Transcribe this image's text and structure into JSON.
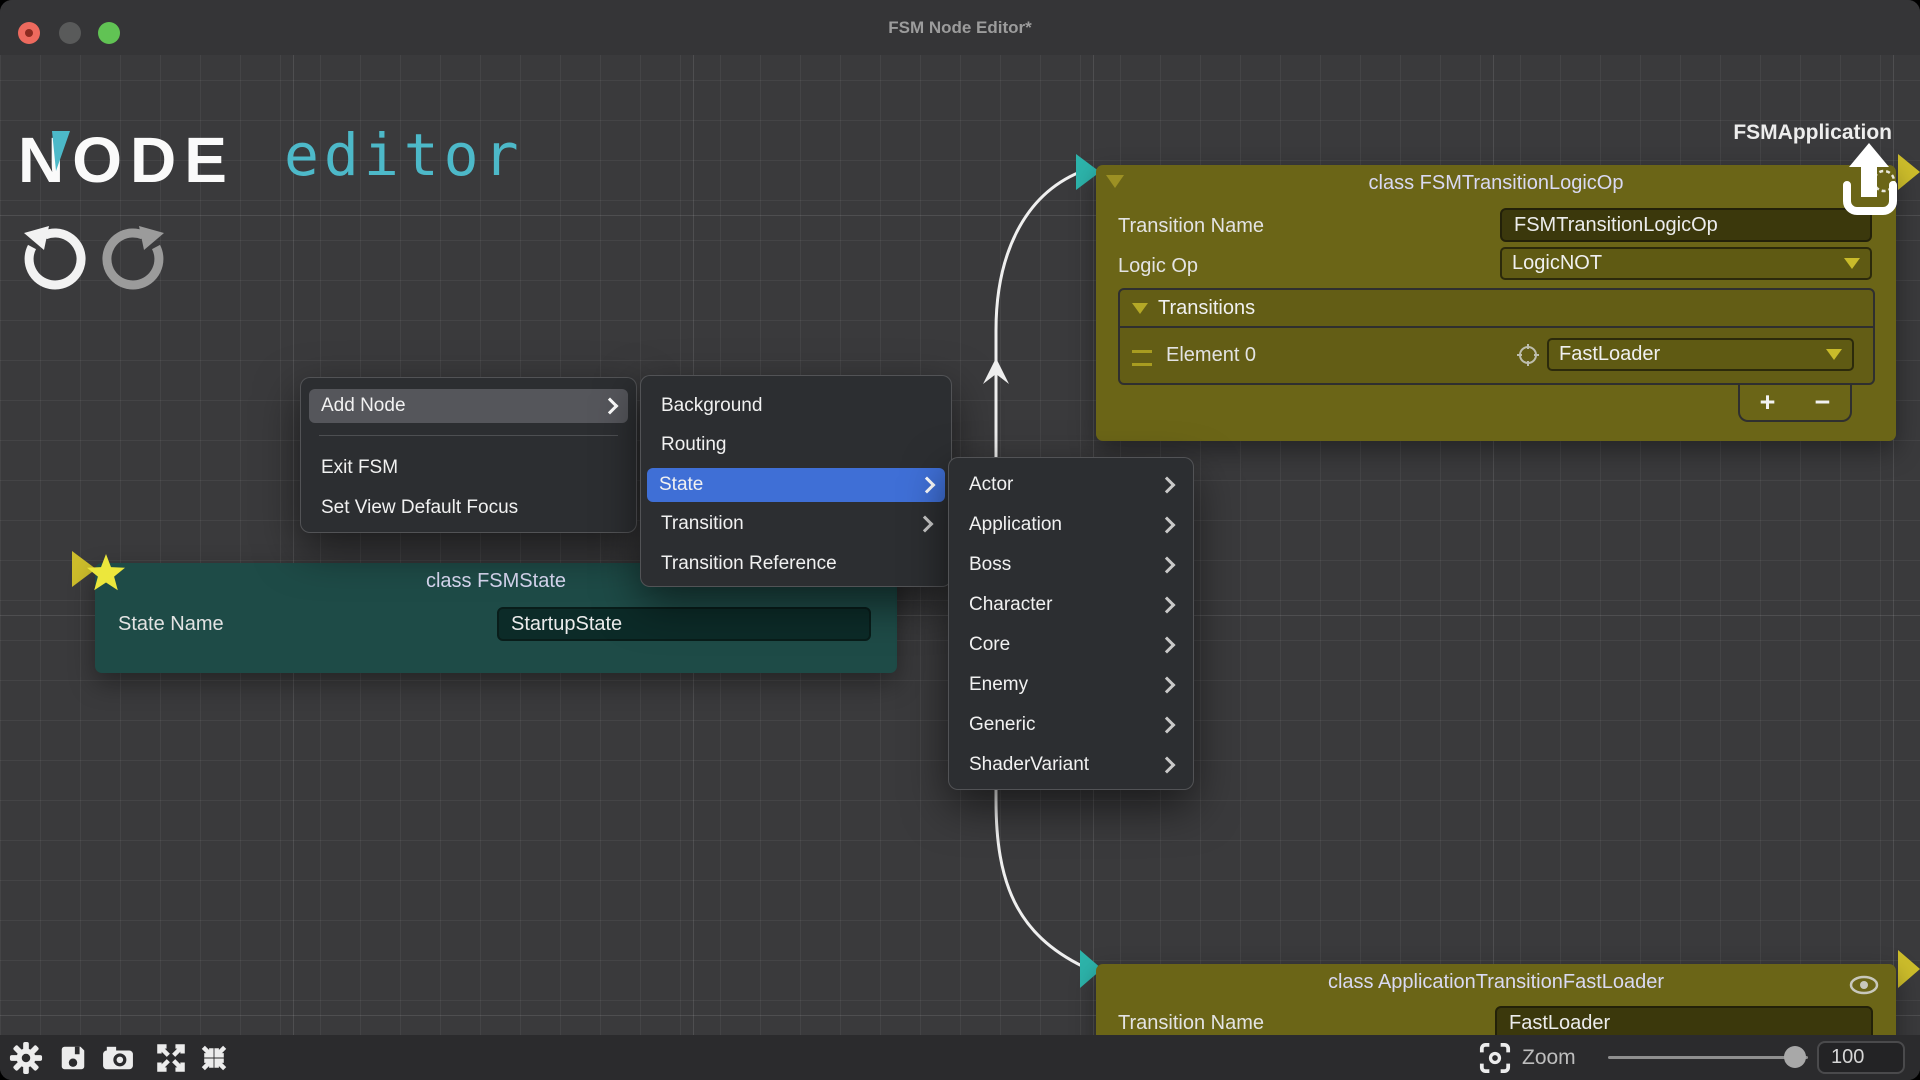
{
  "window": {
    "title": "FSM Node Editor*"
  },
  "logo": {
    "primary": "NODE",
    "secondary": "editor"
  },
  "canvas": {
    "context_label": "FSMApplication"
  },
  "colors": {
    "node_olive": "#6b6517",
    "node_teal": "#1e4b47",
    "port_teal": "#2db4ab",
    "port_yellow": "#cdbd2b",
    "menu_highlight_blue": "#3f6fd6",
    "logo_teal": "#4cb9c9",
    "wire": "#efefef",
    "star_yellow": "#ece73c"
  },
  "nodes": {
    "logic_op": {
      "title": "class FSMTransitionLogicOp",
      "fields": [
        {
          "label": "Transition Name",
          "value": "FSMTransitionLogicOp"
        },
        {
          "label": "Logic Op",
          "value": "LogicNOT"
        }
      ],
      "transitions": {
        "header": "Transitions",
        "rows": [
          {
            "label": "Element 0",
            "value": "FastLoader"
          }
        ],
        "add_label": "+",
        "remove_label": "−"
      }
    },
    "state": {
      "title": "class FSMState",
      "fields": [
        {
          "label": "State Name",
          "value": "StartupState"
        }
      ]
    },
    "fast_loader": {
      "title": "class ApplicationTransitionFastLoader",
      "fields": [
        {
          "label": "Transition Name",
          "value": "FastLoader"
        }
      ]
    }
  },
  "menus": {
    "context": {
      "items": [
        "Add Node",
        "Exit FSM",
        "Set View Default Focus"
      ]
    },
    "node_types": {
      "items": [
        "Background",
        "Routing",
        "State",
        "Transition",
        "Transition Reference"
      ]
    },
    "state_categories": {
      "items": [
        "Actor",
        "Application",
        "Boss",
        "Character",
        "Core",
        "Enemy",
        "Generic",
        "ShaderVariant"
      ]
    }
  },
  "statusbar": {
    "zoom_label": "Zoom",
    "zoom_value": "100"
  }
}
